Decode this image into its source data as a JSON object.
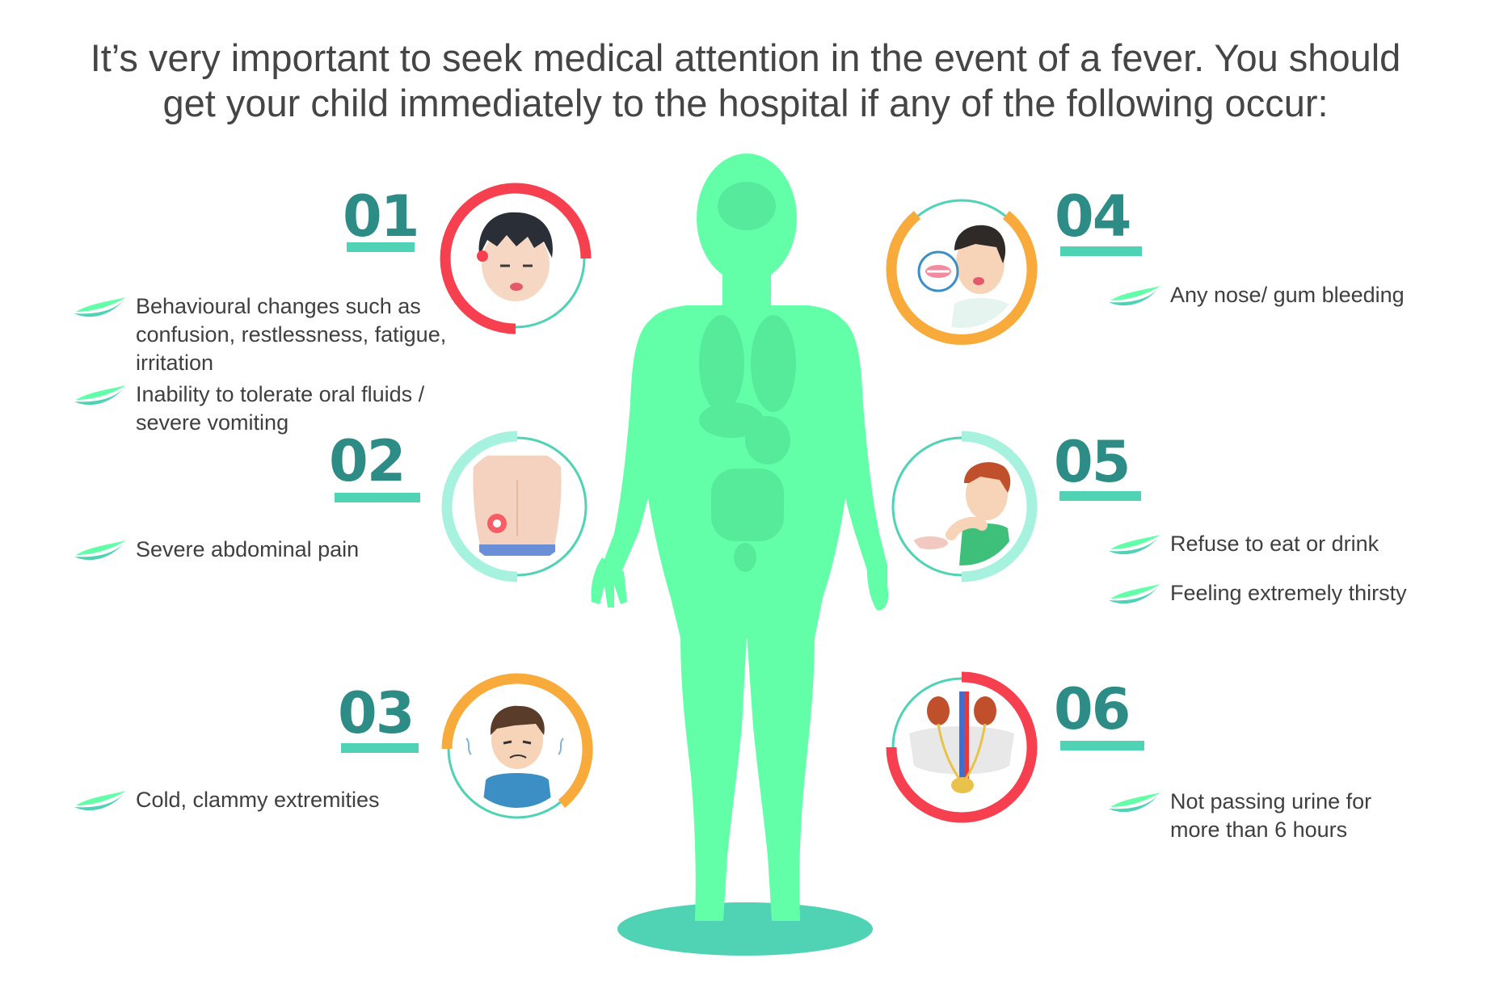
{
  "headline": {
    "line1": "It’s very important to seek medical attention in the event of a fever. You should",
    "line2": "get your child immediately to the hospital if any of the following occur:"
  },
  "colors": {
    "teal_number": "#2e8c86",
    "bar": "#4fd3b4",
    "body": "#62ffa8",
    "red": "#f6404f",
    "orange": "#f8aa3a",
    "mint": "#a6f2df",
    "thin_ring": "#4fd3b4"
  },
  "sections": [
    {
      "number": "01",
      "icon": "sick-child-face-icon",
      "items": [
        "Behavioural changes such as confusion, restlessness, fatigue, irritation",
        "Inability to tolerate oral fluids / severe vomiting"
      ]
    },
    {
      "number": "02",
      "icon": "abdominal-pain-torso-icon",
      "items": [
        "Severe abdominal pain"
      ]
    },
    {
      "number": "03",
      "icon": "shivering-child-icon",
      "items": [
        "Cold, clammy extremities"
      ]
    },
    {
      "number": "04",
      "icon": "gum-bleeding-child-icon",
      "items": [
        "Any nose/ gum bleeding"
      ]
    },
    {
      "number": "05",
      "icon": "refusing-food-child-icon",
      "items": [
        "Refuse to eat or drink",
        "Feeling extremely thirsty"
      ]
    },
    {
      "number": "06",
      "icon": "kidney-urinary-icon",
      "items": [
        "Not passing urine for more than 6 hours"
      ]
    }
  ]
}
